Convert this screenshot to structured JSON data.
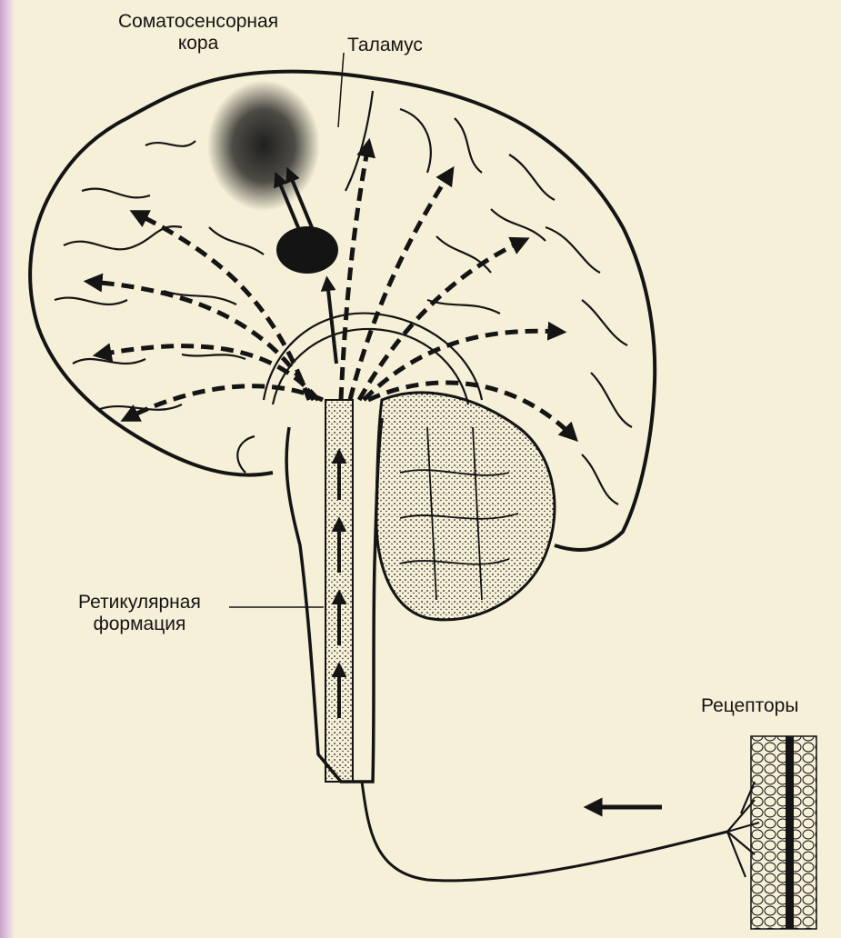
{
  "colors": {
    "background": "#f6f0d8",
    "ink": "#141414",
    "frame_left": "#c9a3c6"
  },
  "labels": {
    "somatosensory_cortex_line1": "Соматосенсорная",
    "somatosensory_cortex_line2": "кора",
    "thalamus": "Таламус",
    "reticular_formation_line1": "Ретикулярная",
    "reticular_formation_line2": "формация",
    "receptors": "Рецепторы"
  }
}
